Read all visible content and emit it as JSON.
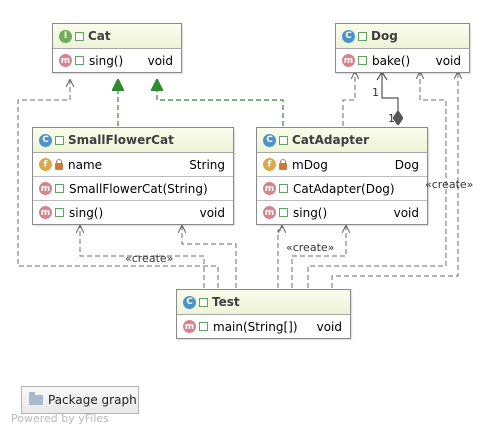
{
  "classes": {
    "cat": {
      "kind": "I",
      "name": "Cat",
      "methods": [
        {
          "name": "sing()",
          "type": "void"
        }
      ]
    },
    "dog": {
      "kind": "C",
      "name": "Dog",
      "methods": [
        {
          "name": "bake()",
          "type": "void"
        }
      ]
    },
    "small_flower_cat": {
      "kind": "C",
      "name": "SmallFlowerCat",
      "fields": [
        {
          "name": "name",
          "type": "String"
        }
      ],
      "constructors": [
        {
          "name": "SmallFlowerCat(String)"
        }
      ],
      "methods": [
        {
          "name": "sing()",
          "type": "void"
        }
      ]
    },
    "cat_adapter": {
      "kind": "C",
      "name": "CatAdapter",
      "fields": [
        {
          "name": "mDog",
          "type": "Dog"
        }
      ],
      "constructors": [
        {
          "name": "CatAdapter(Dog)"
        }
      ],
      "methods": [
        {
          "name": "sing()",
          "type": "void"
        }
      ]
    },
    "test": {
      "kind": "C",
      "name": "Test",
      "methods": [
        {
          "name": "main(String[])",
          "type": "void"
        }
      ]
    }
  },
  "badges": {
    "method": "m",
    "field": "f"
  },
  "edge_labels": {
    "create_left": "«create»",
    "create_middle": "«create»",
    "create_right": "«create»",
    "multiplicity_a": "1",
    "multiplicity_b": "1"
  },
  "toolbar": {
    "package_graph_label": "Package graph"
  },
  "footer": {
    "powered_by": "Powered by yFiles"
  },
  "colors": {
    "realization": "#2e8b2e",
    "dependency": "#6e6e6e",
    "header_bg": "#f4f7e0"
  }
}
